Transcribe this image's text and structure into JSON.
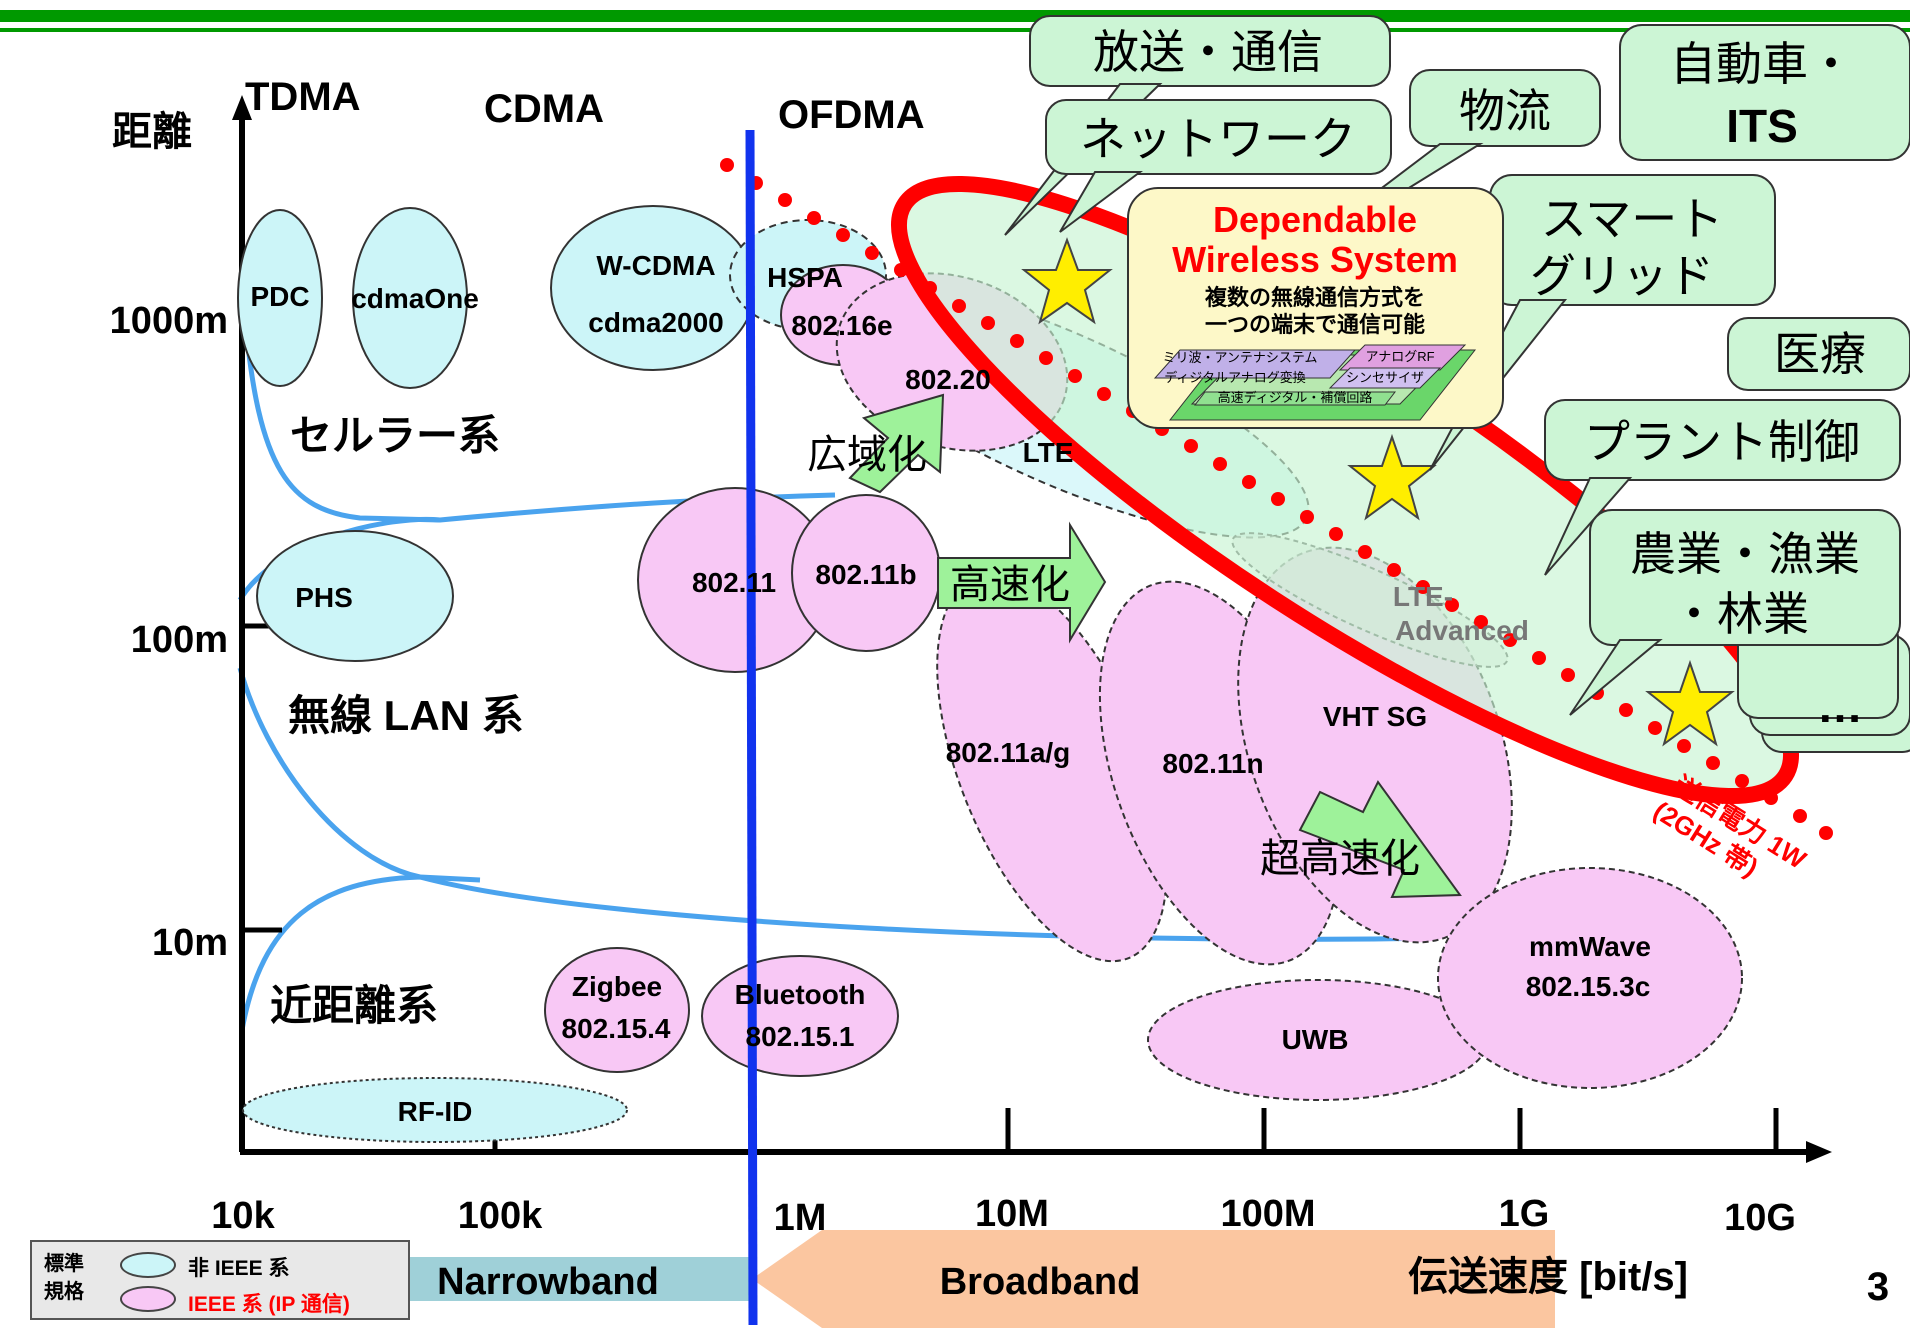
{
  "axes": {
    "y_label": "距離",
    "y_ticks": [
      "1000m",
      "100m",
      "10m"
    ],
    "x_ticks": [
      "10k",
      "100k",
      "1M",
      "10M",
      "100M",
      "1G",
      "10G"
    ],
    "x_label": "伝送速度 [bit/s]"
  },
  "tech_headers": [
    "TDMA",
    "CDMA",
    "OFDMA"
  ],
  "regions": [
    "セルラー系",
    "無線 LAN 系",
    "近距離系"
  ],
  "standards": {
    "pdc": "PDC",
    "cdmaone": "cdmaOne",
    "wcdma": "W-CDMA",
    "cdma2000": "cdma2000",
    "hspa": "HSPA",
    "e80216e": "802.16e",
    "e80220": "802.20",
    "lte": "LTE",
    "lte_adv_1": "LTE-",
    "lte_adv_2": "Advanced",
    "phs": "PHS",
    "e80211": "802.11",
    "e80211b": "802.11b",
    "e80211ag": "802.11a/g",
    "e80211n": "802.11n",
    "vht": "VHT SG",
    "zigbee_1": "Zigbee",
    "zigbee_2": "802.15.4",
    "bt_1": "Bluetooth",
    "bt_2": "802.15.1",
    "uwb": "UWB",
    "mmwave_1": "mmWave",
    "mmwave_2": "802.15.3c",
    "rfid": "RF-ID"
  },
  "arrows": [
    "広域化",
    "高速化",
    "超高速化"
  ],
  "power_note": [
    "送信電力 1W",
    "(2GHz 帯)"
  ],
  "dws": {
    "title_1": "Dependable",
    "title_2": "Wireless System",
    "sub_1": "複数の無線通信方式を",
    "sub_2": "一つの端末で通信可能",
    "chip": [
      "ミリ波・アンテナシステム",
      "アナログRF",
      "ディジタルアナログ変換",
      "シンセサイザ",
      "高速ディジタル・補償回路"
    ]
  },
  "callouts": [
    "放送・通信",
    "ネットワーク",
    "物流",
    "自動車・",
    "ITS",
    "スマート",
    "グリッド",
    "医療",
    "プラント制御",
    "農業・漁業",
    "・林業",
    "…"
  ],
  "bands": {
    "narrow": "Narrowband",
    "broad": "Broadband"
  },
  "legend": {
    "label_1": "標準",
    "label_2": "規格",
    "non_ieee": "非 IEEE 系",
    "ieee": "IEEE 系 (IP 通信)"
  },
  "page_number": "3",
  "colors": {
    "cyan": "#ccf5f8",
    "pink": "#f8c8f5",
    "red": "#ff0000",
    "blue_axis": "#1133ee",
    "green_rule": "#009900",
    "curve": "#4aa3ee",
    "band_narrow": "#9fd0d8",
    "band_broad": "#fbc6a0"
  }
}
